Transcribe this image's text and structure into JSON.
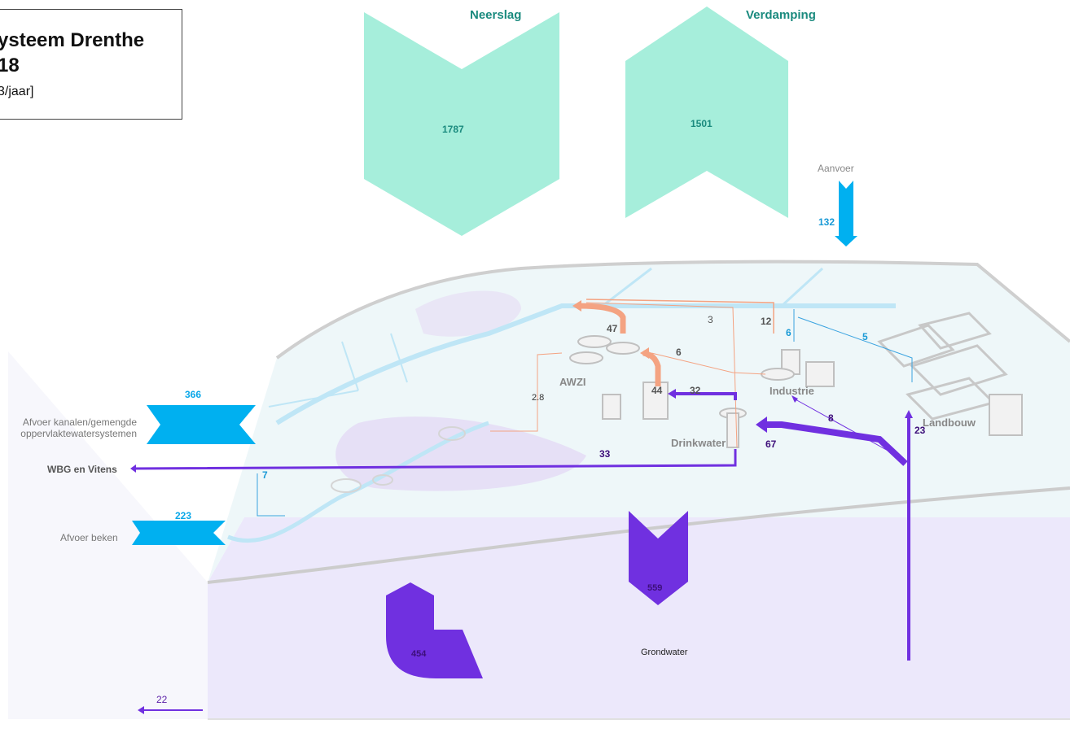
{
  "title": {
    "line1": "ysteem Drenthe",
    "line2": "18",
    "unit": "3/jaar]"
  },
  "headers": {
    "precipitation": "Neerslag",
    "evaporation": "Verdamping",
    "supply": "Aanvoer"
  },
  "places": {
    "awzi": "AWZI",
    "industry": "Industrie",
    "agriculture": "Landbouw",
    "drinking_water": "Drinkwater",
    "groundwater": "Grondwater"
  },
  "outflows": {
    "canals": "Afvoer kanalen/gemengde oppervlaktewatersystemen",
    "canals_line1": "Afvoer kanalen/gemengde",
    "canals_line2": "oppervlaktewatersystemen",
    "wbg": "WBG en Vitens",
    "streams": "Afvoer beken"
  },
  "values": {
    "precipitation": "1787",
    "evaporation": "1501",
    "supply": "132",
    "canals": "366",
    "streams": "223",
    "wbg_small": "7",
    "groundwater_559": "559",
    "groundwater_454": "454",
    "bottom_22": "22",
    "awzi_47": "47",
    "flow_3": "3",
    "flow_12": "12",
    "flow_6_blue": "6",
    "flow_5": "5",
    "flow_6_grey": "6",
    "flow_44": "44",
    "flow_32": "32",
    "flow_2_8": "2.8",
    "flow_8": "8",
    "flow_23": "23",
    "flow_67": "67",
    "flow_33": "33"
  },
  "colors": {
    "teal_fill": "#a6eedb",
    "teal_text": "#1a8a7e",
    "blue": "#00b0f0",
    "purple": "#7030e0",
    "salmon": "#f4a382",
    "land": "#eef7f9",
    "groundwater": "#ece8fb"
  }
}
